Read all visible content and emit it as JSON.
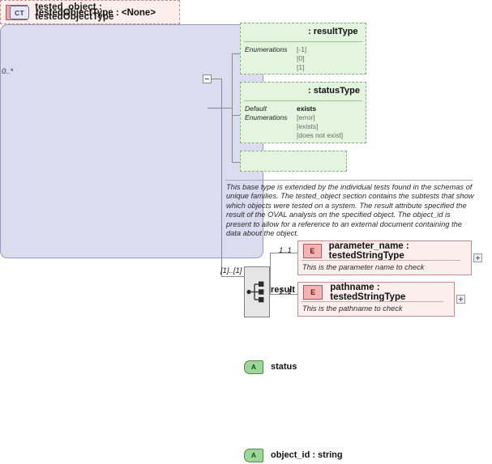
{
  "diagram": {
    "type": "xsd-schema-diagram",
    "root_element": {
      "cardinality": "0..*",
      "icon": "element-icon",
      "badge": "E",
      "expander": "+",
      "label": "tested_object : testedObjectType",
      "toggle": "minus"
    },
    "complex_type": {
      "badge": "CT",
      "title": "testedObjectType : <None>",
      "attributes": [
        {
          "badge": "A",
          "name": "result",
          "type": ": resultType",
          "facets": [
            {
              "key": "Enumerations",
              "values": [
                "[-1]",
                "[0]",
                "[1]"
              ]
            }
          ]
        },
        {
          "badge": "A",
          "name": "status",
          "type": ": statusType",
          "facets": [
            {
              "key": "Default",
              "values": [
                "exists"
              ],
              "bold": true
            },
            {
              "key": "Enumerations",
              "values": [
                "[error]",
                "[exists]",
                "[does not exist]"
              ]
            }
          ]
        },
        {
          "badge": "A",
          "name": "object_id : string",
          "type": "",
          "facets": []
        }
      ],
      "documentation": "This base type is extended by the individual tests found in the schemas of unique families.  The tested_object section contains the subtests that show which objects were tested on a system. The result attribute specified the result of the OVAL analysis on the specified object. The object_id is present to allow for a reference to an external document containing the data about the object."
    },
    "compositor": {
      "kind": "sequence",
      "icon": "sequence-icon",
      "cardinality": "[1]..[1]"
    },
    "child_elements": [
      {
        "badge": "E",
        "cardinality": "1..1",
        "label": "parameter_name : testedStringType",
        "documentation": "This is the parameter name to check",
        "expander": "+"
      },
      {
        "badge": "E",
        "cardinality": "1..1",
        "label": "pathname : testedStringType",
        "documentation": "This is the pathname to check",
        "expander": "+"
      }
    ],
    "colors": {
      "complex_type_fill": "#dcdcf0",
      "attribute_fill": "#e3f5df",
      "element_fill": "#fdeeee",
      "compositor_fill": "#e6e6e6",
      "connector": "#8a8a8a"
    }
  }
}
